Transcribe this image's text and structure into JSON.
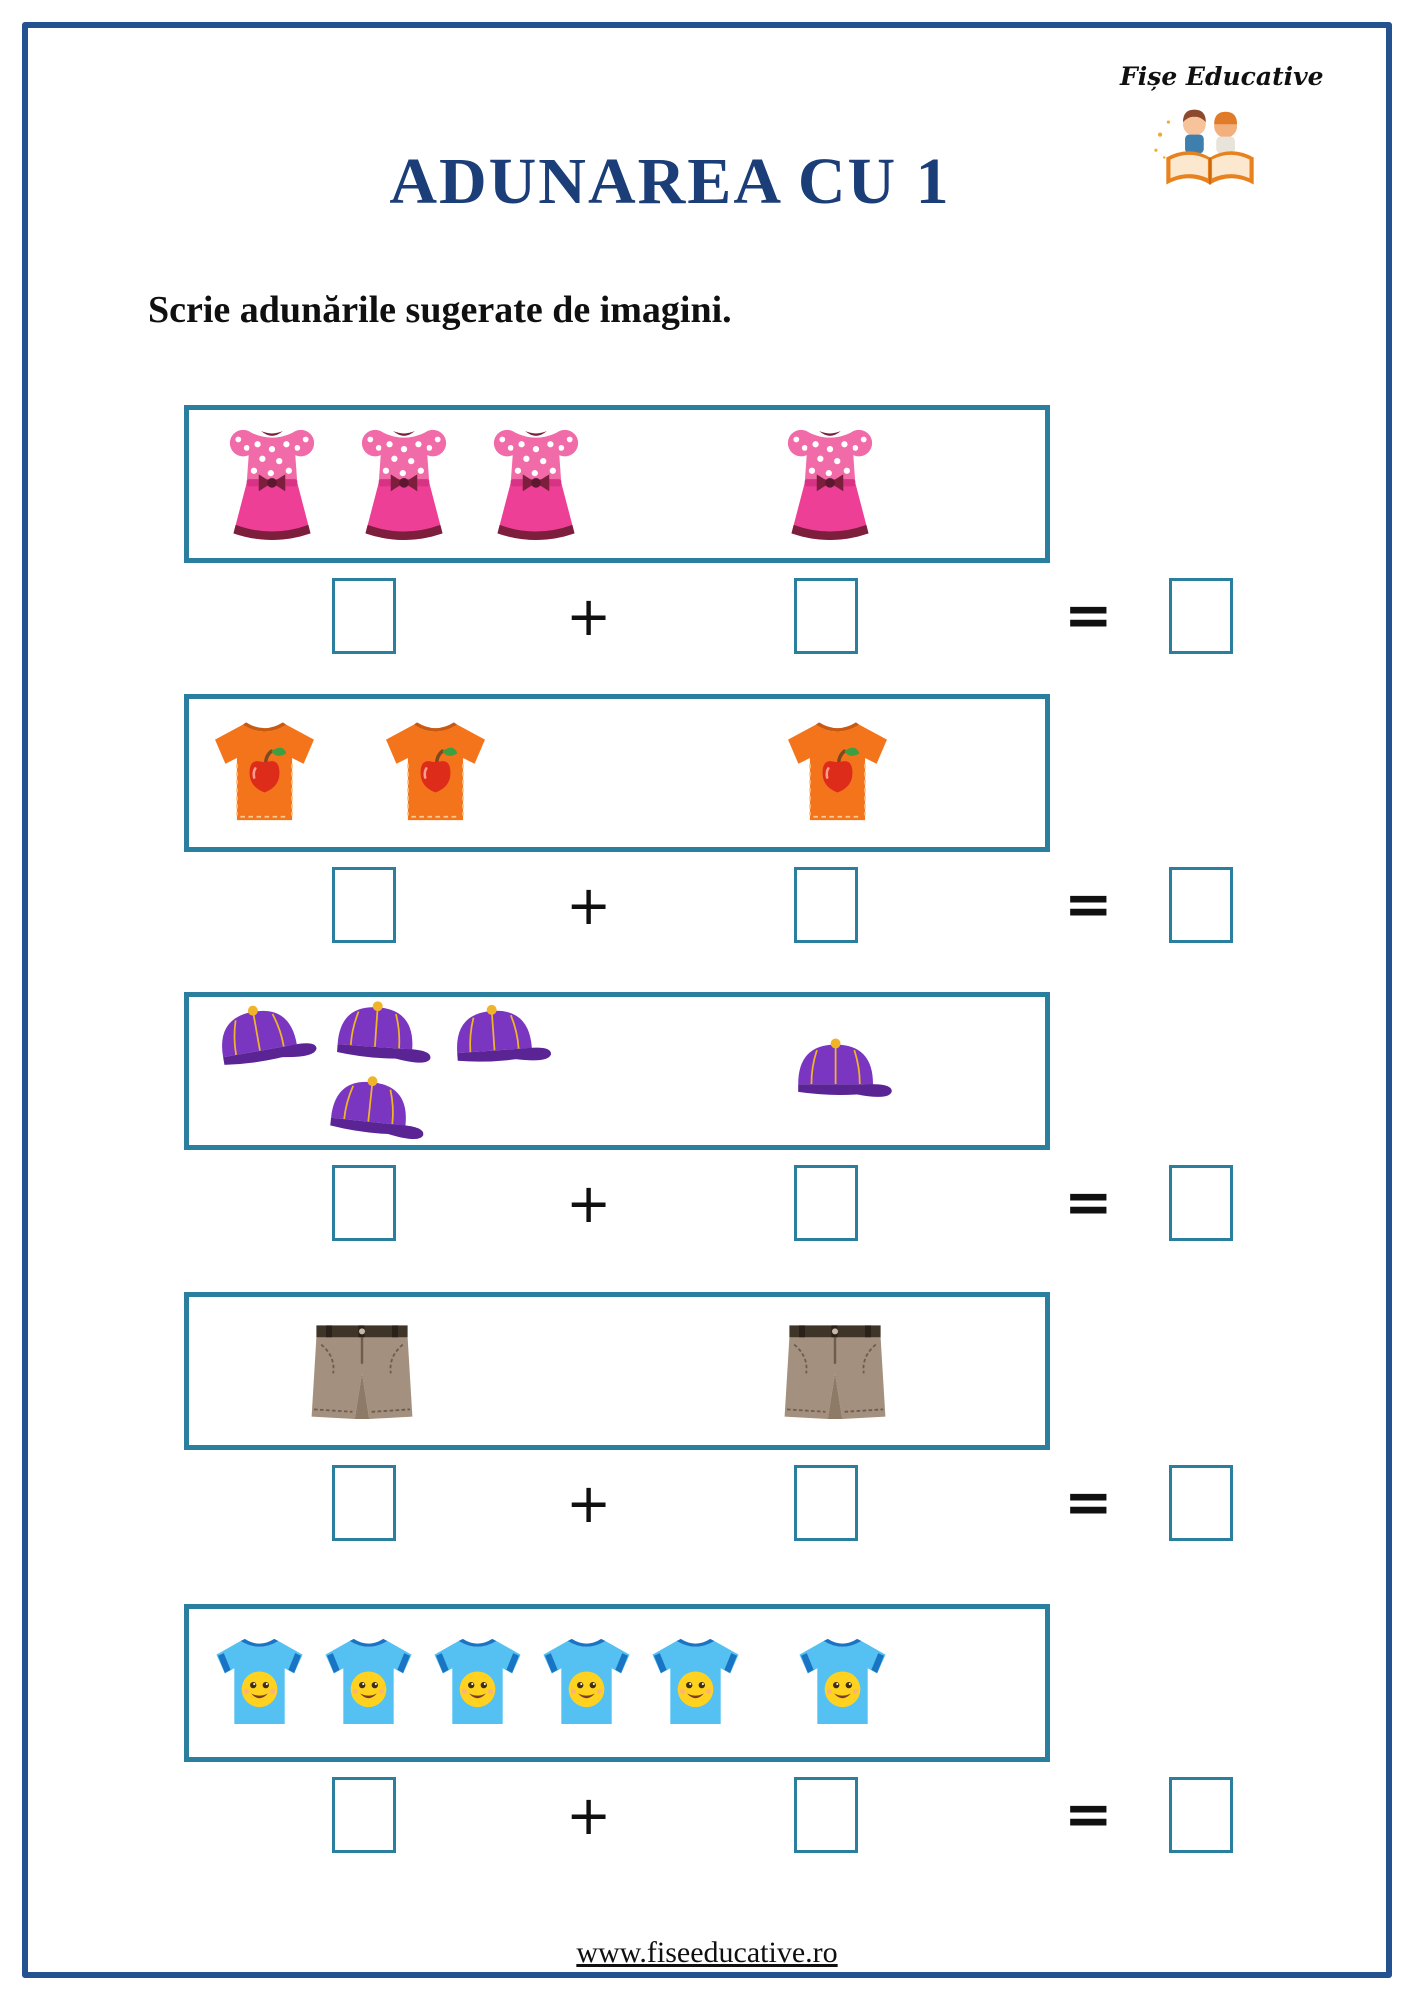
{
  "header": {
    "title": "ADUNAREA CU 1",
    "brand": "Fișe Educative"
  },
  "instruction": "Scrie adunările sugerate de imagini.",
  "operators": {
    "plus": "+",
    "equals": "="
  },
  "exercises": [
    {
      "item": "dress",
      "icon": "pink-polka-dot-dress-icon",
      "left_count": 3,
      "right_count": 1,
      "arrangement": "row",
      "answer_addend1": "",
      "answer_addend2": "",
      "answer_sum": ""
    },
    {
      "item": "tshirt_apple",
      "icon": "orange-apple-tshirt-icon",
      "left_count": 2,
      "right_count": 1,
      "arrangement": "row",
      "answer_addend1": "",
      "answer_addend2": "",
      "answer_sum": ""
    },
    {
      "item": "cap",
      "icon": "purple-cap-icon",
      "left_count": 4,
      "right_count": 1,
      "arrangement": "cluster",
      "answer_addend1": "",
      "answer_addend2": "",
      "answer_sum": ""
    },
    {
      "item": "shorts",
      "icon": "brown-shorts-icon",
      "left_count": 1,
      "right_count": 1,
      "arrangement": "row",
      "answer_addend1": "",
      "answer_addend2": "",
      "answer_sum": ""
    },
    {
      "item": "tshirt_smiley",
      "icon": "blue-smiley-tshirt-icon",
      "left_count": 5,
      "right_count": 1,
      "arrangement": "row",
      "answer_addend1": "",
      "answer_addend2": "",
      "answer_sum": ""
    }
  ],
  "footer": {
    "url": "www.fiseeducative.ro"
  },
  "colors": {
    "frame-border": "#24518f",
    "box-border": "#2a7f9e",
    "title-color": "#1b3e78"
  }
}
